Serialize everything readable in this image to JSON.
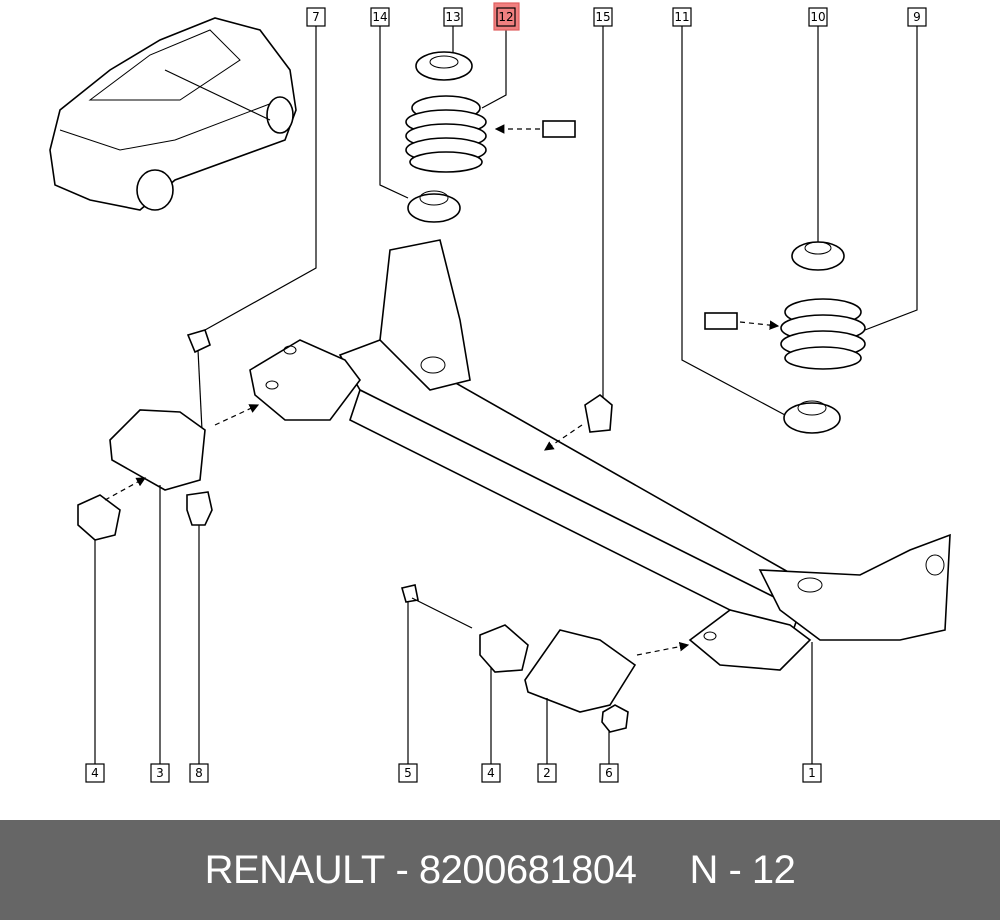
{
  "callouts": {
    "top": [
      "7",
      "14",
      "13",
      "12",
      "15",
      "11",
      "10",
      "9"
    ],
    "bottom": [
      "4",
      "3",
      "8",
      "5",
      "4",
      "2",
      "6",
      "1"
    ],
    "highlighted": "12",
    "highlight_color": "#f08080"
  },
  "footer": {
    "brand": "RENAULT",
    "sep1": " - ",
    "part_number": "8200681804",
    "gap": "     ",
    "ref_prefix": "N",
    "sep2": " - ",
    "ref_number": "12",
    "background": "#666666"
  }
}
